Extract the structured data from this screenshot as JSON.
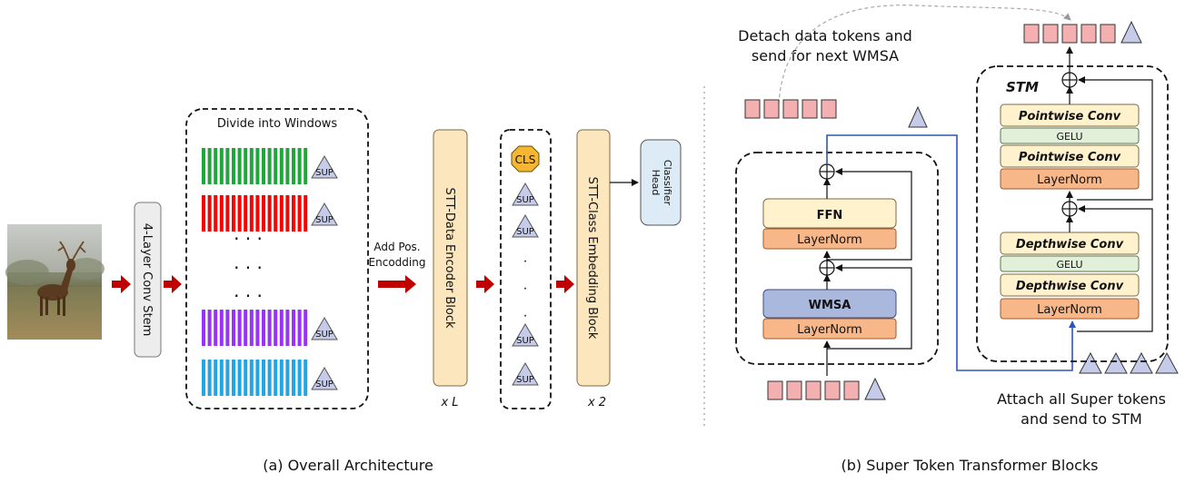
{
  "panel_a": {
    "caption": "(a) Overall Architecture",
    "conv_stem": "4-Layer Conv Stem",
    "windows_title": "Divide into Windows",
    "window_token": "SUP",
    "dots": "· · ·",
    "pos_enc_line1": "Add Pos.",
    "pos_enc_line2": "Encodding",
    "data_encoder": "STT-Data Encoder Block",
    "repeat_l": "x L",
    "cls_token": "CLS",
    "sup_token": "SUP",
    "class_embedding": "STT-Class Embedding Block",
    "repeat_2": "x 2",
    "head_line1": "Classifier",
    "head_line2": "Head"
  },
  "panel_b": {
    "caption": "(b) Super Token Transformer Blocks",
    "detach_line1": "Detach data tokens and",
    "detach_line2": "send for next WMSA",
    "attach_line1": "Attach all Super tokens",
    "attach_line2": "and send to STM",
    "ffn": "FFN",
    "layernorm": "LayerNorm",
    "wmsa": "WMSA",
    "stm": "STM",
    "pointwise_conv": "Pointwise Conv",
    "gelu": "GELU",
    "depthwise_conv": "Depthwise Conv"
  },
  "colors": {
    "green": "#1fa83a",
    "red": "#ff0000",
    "purple": "#9b30ff",
    "cyan": "#1ea7e8",
    "tan": "#fbe6bd",
    "orange": "#f7b789",
    "blue_block": "#aab8de",
    "gelu_green": "#e2efd9",
    "token_pink": "#f4b0b0",
    "triangle": "#c7cbea",
    "arrow_red": "#c00000",
    "line_blue": "#2f55b8"
  }
}
